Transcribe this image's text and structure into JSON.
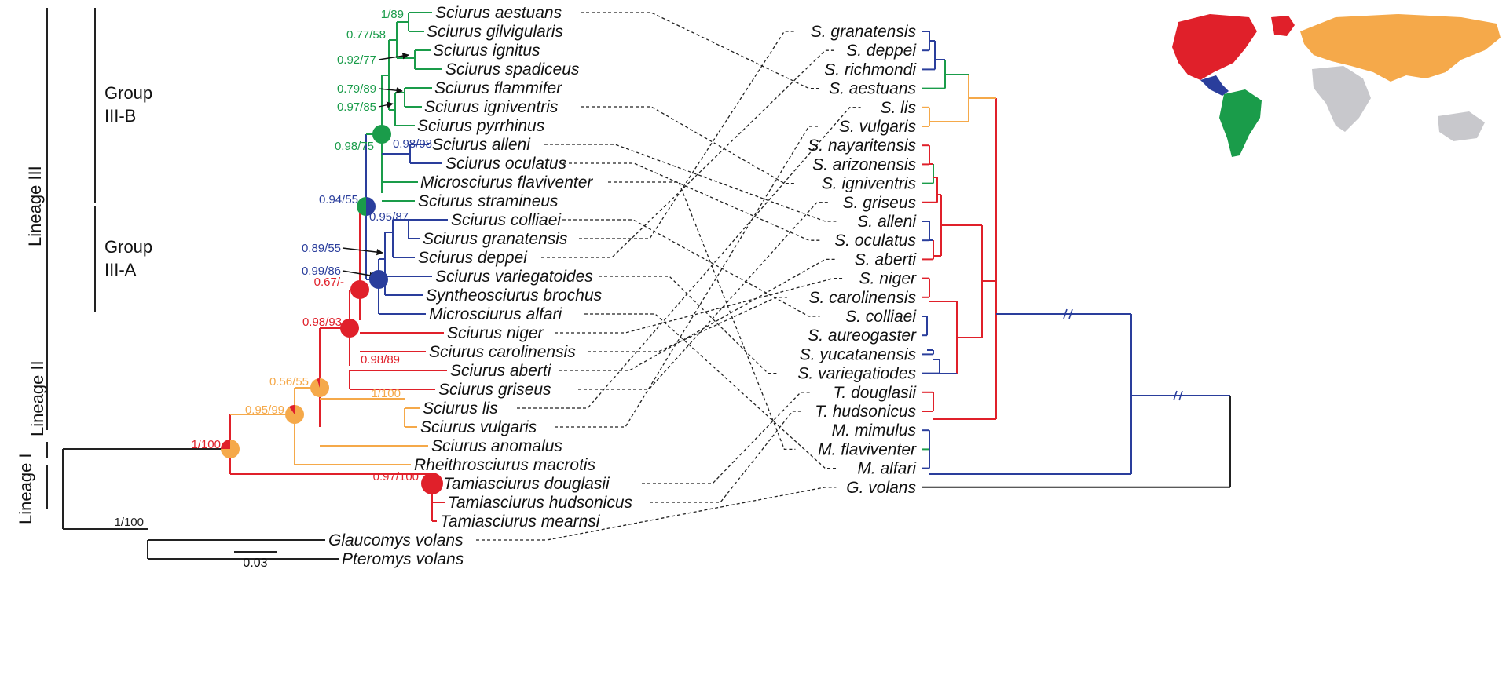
{
  "colors": {
    "green": "#1a9c4a",
    "blue": "#2a3e9c",
    "red": "#e0202a",
    "orange": "#f5a94a",
    "black": "#222222",
    "map_gray": "#c8c8cc"
  },
  "left_tree": {
    "taxa": [
      "Sciurus aestuans",
      "Sciurus gilvigularis",
      "Sciurus ignitus",
      "Sciurus spadiceus",
      "Sciurus flammifer",
      "Sciurus igniventris",
      "Sciurus pyrrhinus",
      "Sciurus alleni",
      "Sciurus oculatus",
      "Microsciurus flaviventer",
      "Sciurus stramineus",
      "Sciurus colliaei",
      "Sciurus granatensis",
      "Sciurus deppei",
      "Sciurus variegatoides",
      "Syntheosciurus brochus",
      "Microsciurus alfari",
      "Sciurus niger",
      "Sciurus carolinensis",
      "Sciurus aberti",
      "Sciurus griseus",
      "Sciurus lis",
      "Sciurus vulgaris",
      "Sciurus anomalus",
      "Rheithrosciurus macrotis",
      "Tamiasciurus douglasii",
      "Tamiasciurus hudsonicus",
      "Tamiasciurus mearnsi",
      "Glaucomys volans",
      "Pteromys volans"
    ],
    "support_values": [
      "1/89",
      "0.77/58",
      "0.92/77",
      "0.79/89",
      "0.97/85",
      "0.98/75",
      "0.98/98",
      "0.94/55",
      "0.95/87",
      "0.89/55",
      "0.99/86",
      "0.67/-",
      "0.98/93",
      "0.98/89",
      "1/100",
      "0.56/55",
      "0.95/99",
      "1/100",
      "0.97/100",
      "1/100"
    ],
    "scale_bar": "0.03"
  },
  "right_tree": {
    "taxa": [
      "S. granatensis",
      "S. deppei",
      "S. richmondi",
      "S. aestuans",
      "S. lis",
      "S. vulgaris",
      "S. nayaritensis",
      "S. arizonensis",
      "S. igniventris",
      "S. griseus",
      "S. alleni",
      "S. oculatus",
      "S. aberti",
      "S. niger",
      "S. carolinensis",
      "S. colliaei",
      "S. aureogaster",
      "S. yucatanensis",
      "S. variegatiodes",
      "T. douglasii",
      "T. hudsonicus",
      "M. mimulus",
      "M. flaviventer",
      "M. alfari",
      "G. volans"
    ]
  },
  "groups": {
    "lineage3": "Lineage III",
    "lineage2": "Lineage II",
    "lineage1": "Lineage I",
    "group3b_l1": "Group",
    "group3b_l2": "III-B",
    "group3a_l1": "Group",
    "group3a_l2": "III-A"
  }
}
